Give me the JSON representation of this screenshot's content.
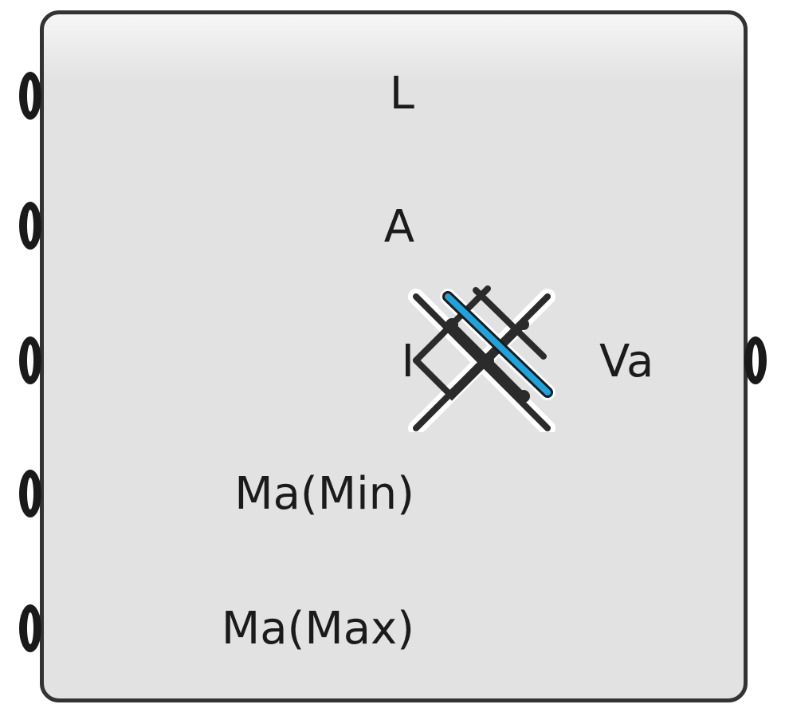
{
  "component": {
    "inputs": [
      {
        "label": "L"
      },
      {
        "label": "A"
      },
      {
        "label": "I"
      },
      {
        "label": "Ma(Min)"
      },
      {
        "label": "Ma(Max)"
      }
    ],
    "outputs": [
      {
        "label": "Va"
      }
    ],
    "icon": "crossed-grid-slash-icon",
    "colors": {
      "body": "#e2e2e2",
      "border": "#333333",
      "text": "#1b1b1b",
      "accent": "#1fa3dc"
    }
  }
}
